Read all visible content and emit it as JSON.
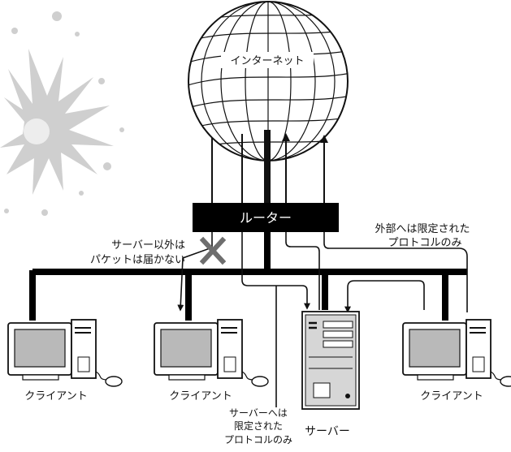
{
  "labels": {
    "internet": "インターネット",
    "router": "ルーター",
    "blocked_note_line1": "サーバー以外は",
    "blocked_note_line2": "パケットは届かない",
    "external_note_line1": "外部へは限定された",
    "external_note_line2": "プロトコルのみ",
    "server_note_line1": "サーバーへは",
    "server_note_line2": "限定された",
    "server_note_line3": "プロトコルのみ",
    "client_left": "クライアント",
    "client_middle": "クライアント",
    "client_right": "クライアント",
    "server": "サーバー"
  },
  "colors": {
    "line": "#111111",
    "blocked_x": "#6e6e6e",
    "splash": "#c8c8c8",
    "monitor_screen": "#b9b9b9",
    "router_fill": "#000000",
    "router_text": "#ffffff"
  },
  "icons": {
    "globe": "globe-icon",
    "router": "router-box",
    "blocked": "x-mark-icon",
    "client": "desktop-computer-icon",
    "server": "tower-server-icon",
    "splash": "explosion-splash"
  }
}
